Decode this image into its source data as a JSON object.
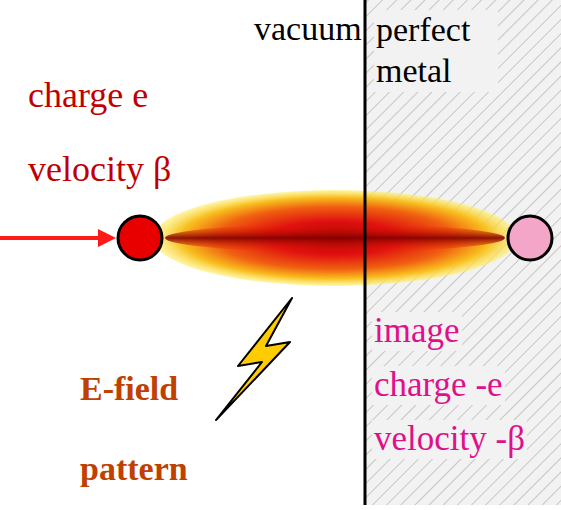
{
  "diagram": {
    "labels": [
      "vacuum",
      "perfect metal",
      "charge e",
      "velocity β",
      "image",
      "charge -e",
      "velocity -β",
      "E-field",
      "pattern"
    ]
  }
}
